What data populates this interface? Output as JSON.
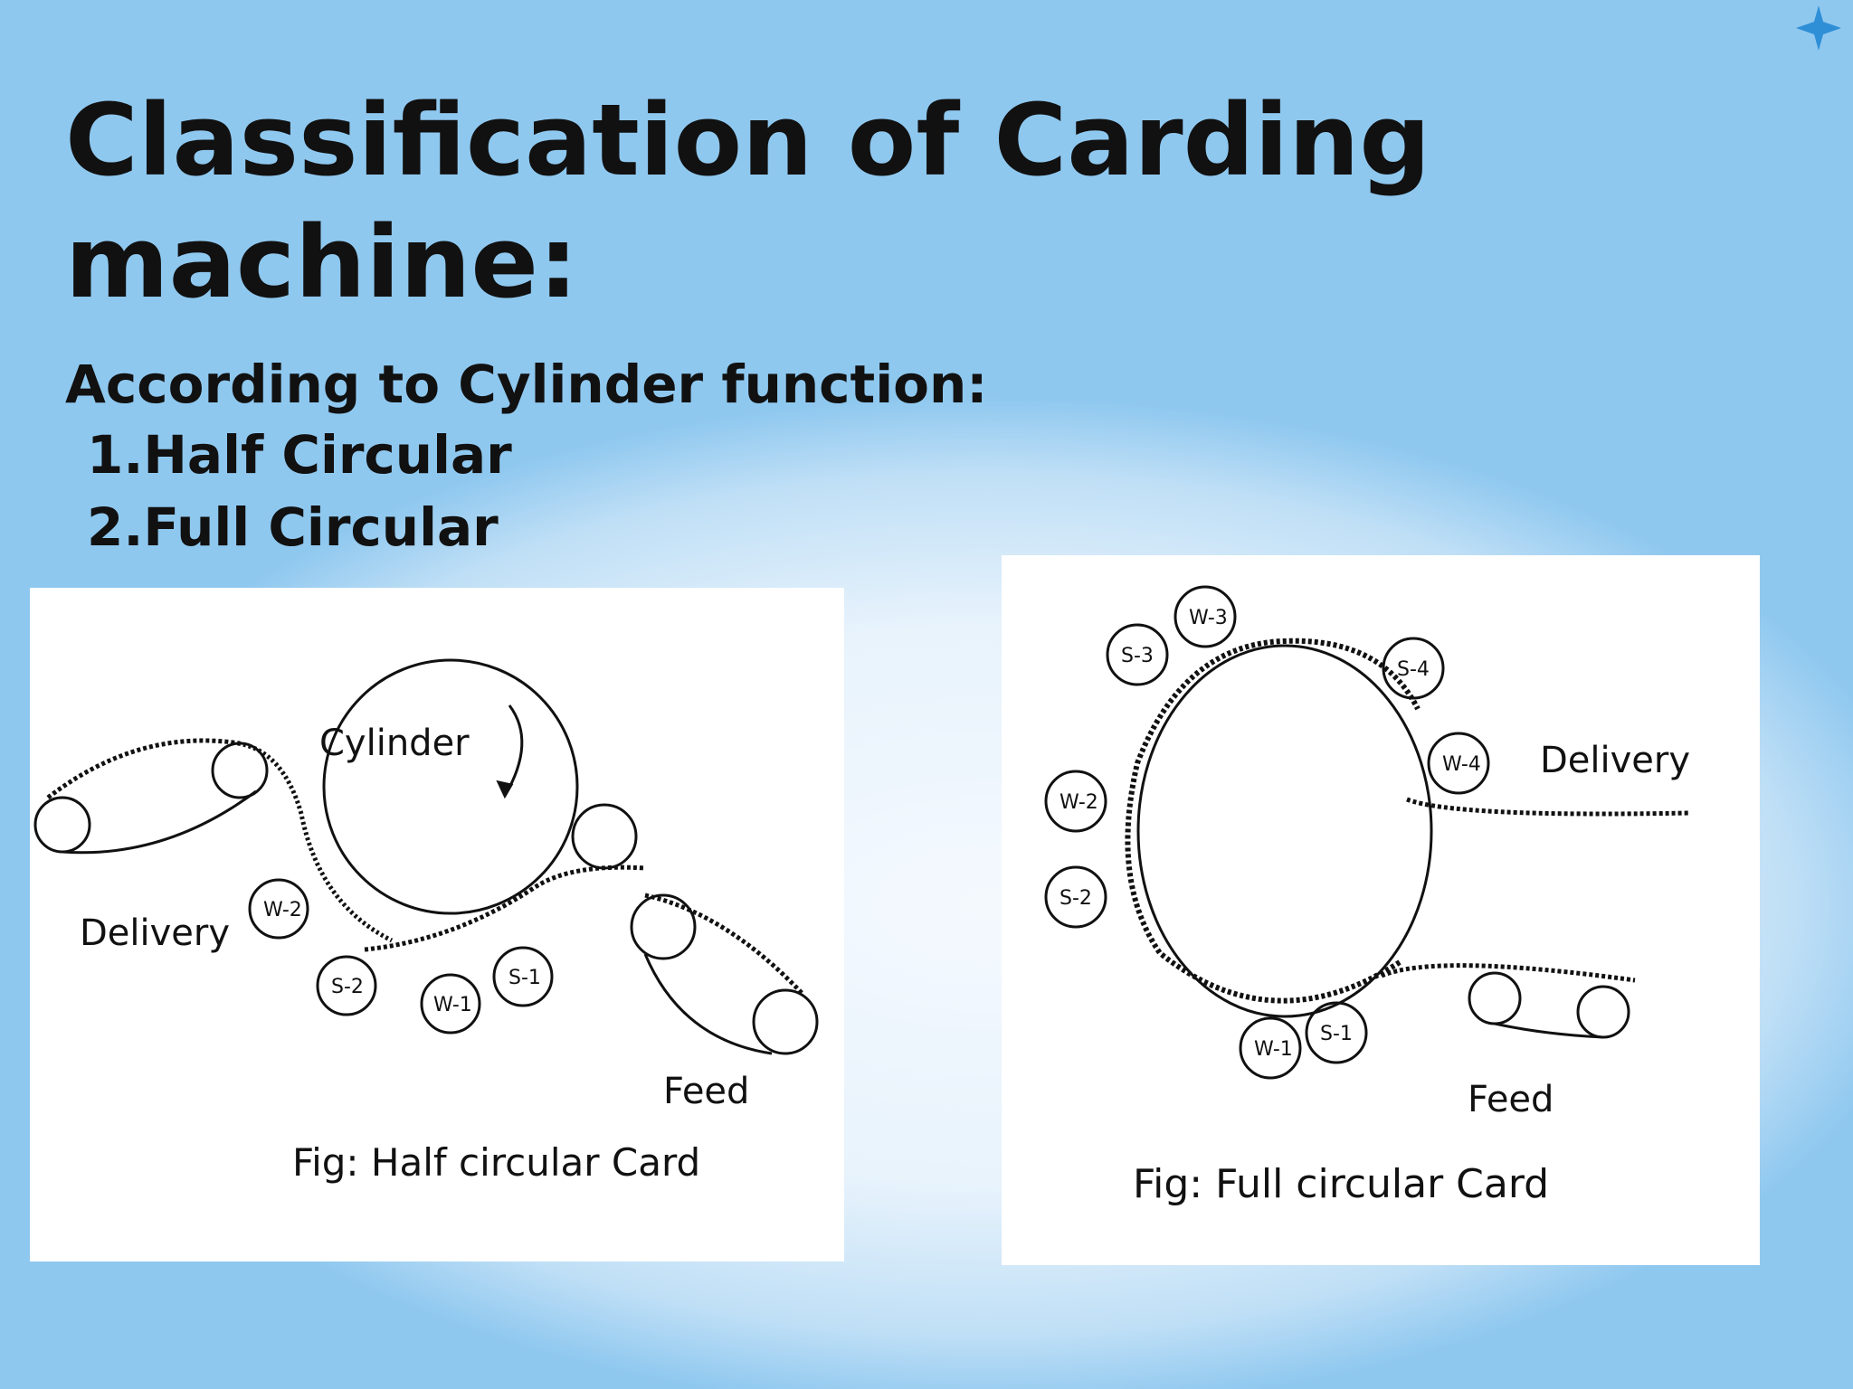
{
  "slide": {
    "title": "Classification of Carding machine:",
    "subtitle": "According to Cylinder function:",
    "items": [
      "1.Half Circular",
      "2.Full Circular"
    ]
  },
  "left_figure": {
    "cylinder_label": "Cylinder",
    "delivery_label": "Delivery",
    "feed_label": "Feed",
    "roller_labels": [
      "W-2",
      "S-2",
      "W-1",
      "S-1"
    ],
    "caption": "Fig: Half circular Card"
  },
  "right_figure": {
    "delivery_label": "Delivery",
    "feed_label": "Feed",
    "roller_labels": [
      "W-3",
      "S-3",
      "S-4",
      "W-4",
      "W-2",
      "S-2",
      "W-1",
      "S-1"
    ],
    "caption": "Fig: Full circular Card"
  },
  "colors": {
    "accent": "#2e8fd6",
    "ink": "#111111"
  }
}
